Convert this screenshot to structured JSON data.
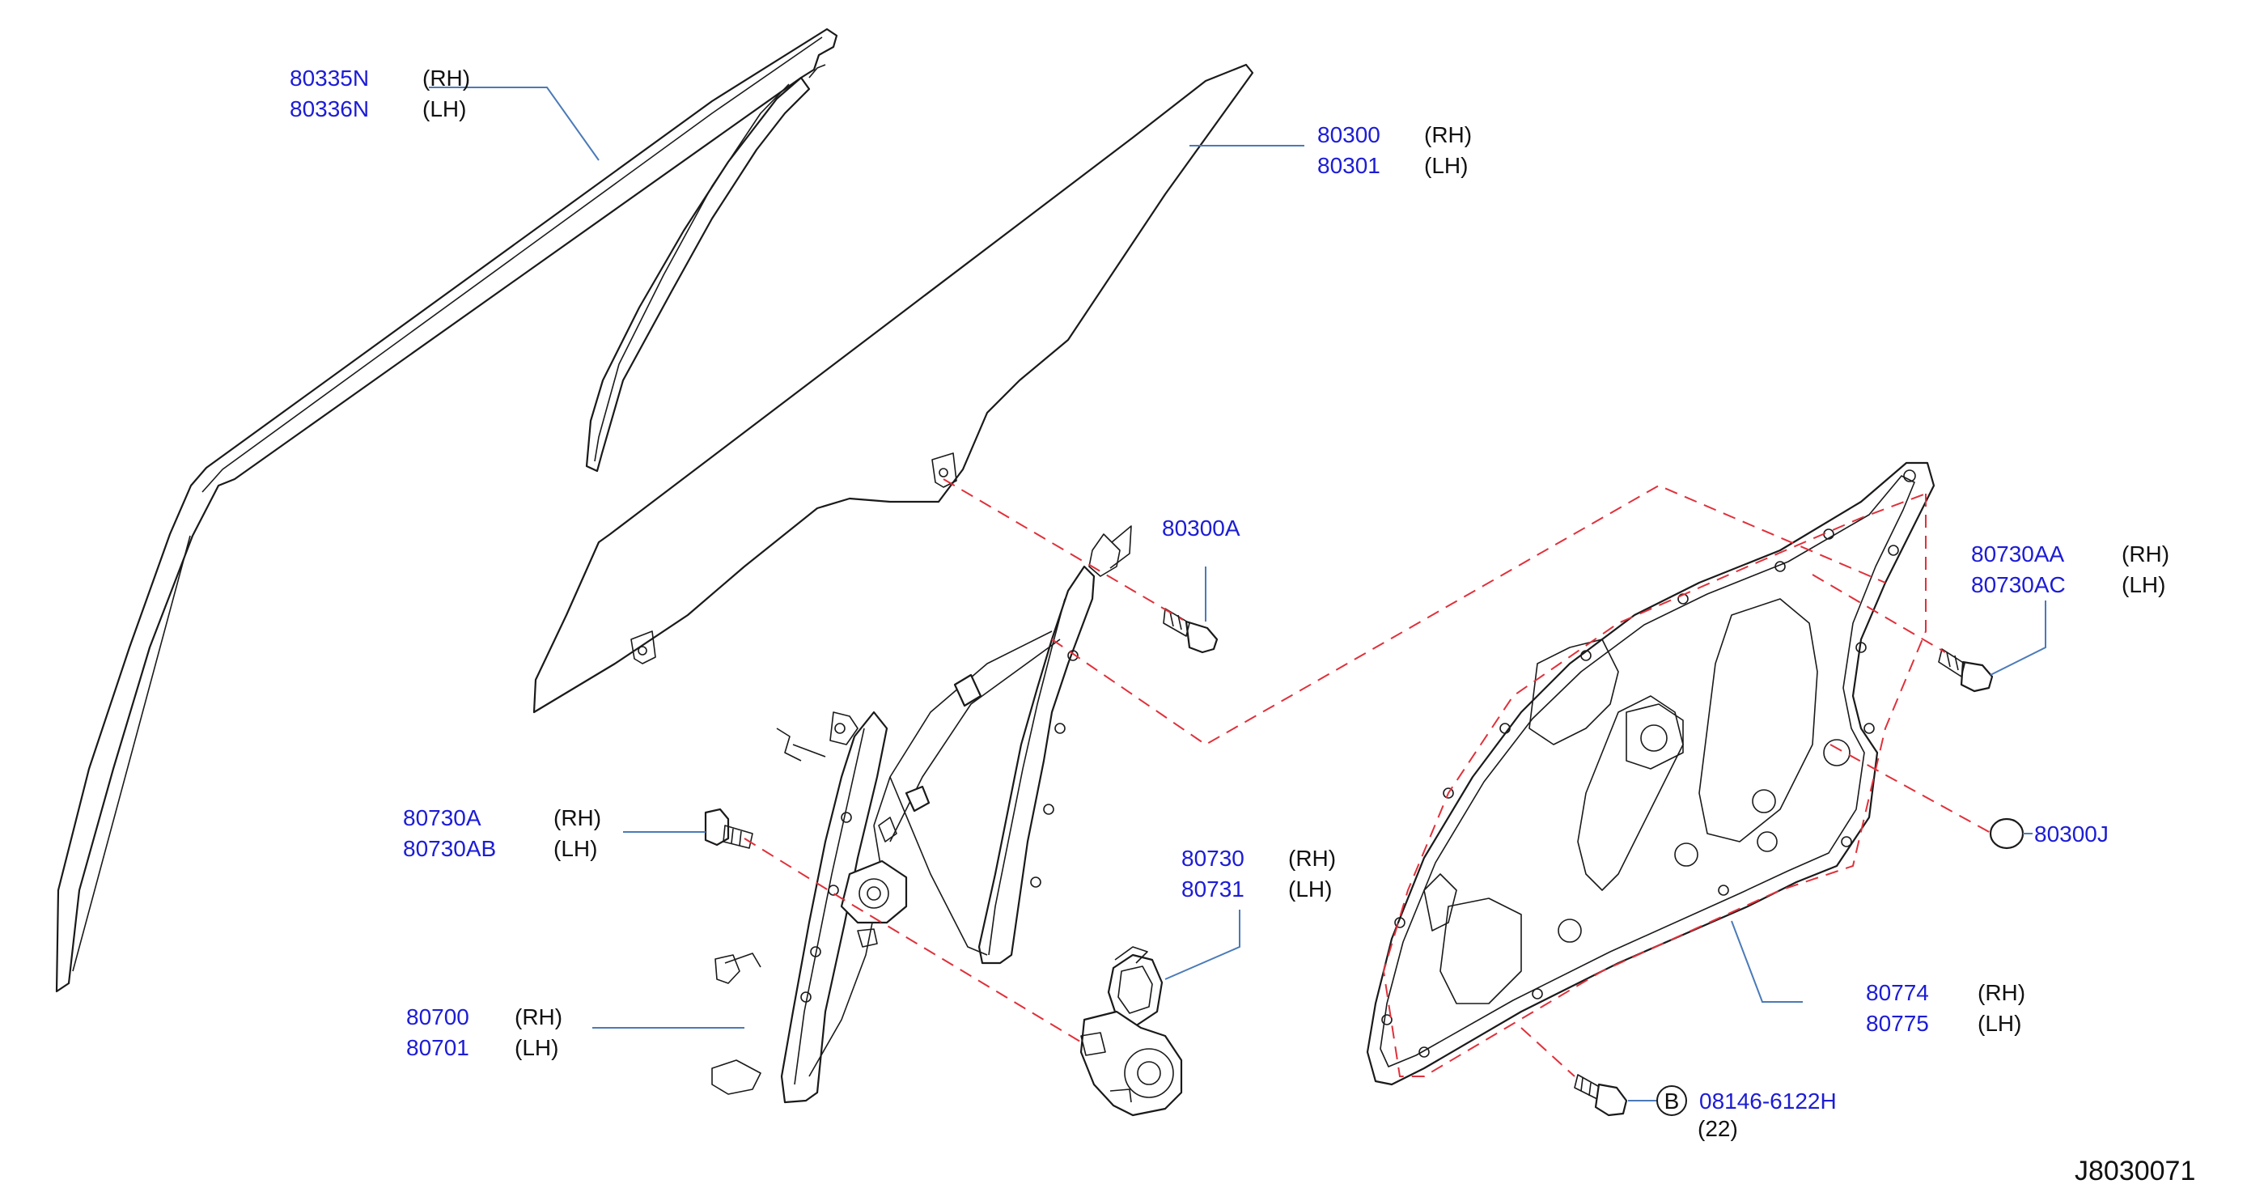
{
  "callouts": [
    {
      "id": "sash",
      "parts": [
        "80335N",
        "80336N"
      ],
      "sides": [
        "(RH)",
        "(LH)"
      ]
    },
    {
      "id": "glass",
      "parts": [
        "80300",
        "80301"
      ],
      "sides": [
        "(RH)",
        "(LH)"
      ]
    },
    {
      "id": "glass-bolt",
      "parts": [
        "80300A"
      ],
      "sides": []
    },
    {
      "id": "module-bolt-right",
      "parts": [
        "80730AA",
        "80730AC"
      ],
      "sides": [
        "(RH)",
        "(LH)"
      ]
    },
    {
      "id": "grommet",
      "parts": [
        "80300J"
      ],
      "sides": []
    },
    {
      "id": "regulator-bolt",
      "parts": [
        "80730A",
        "80730AB"
      ],
      "sides": [
        "(RH)",
        "(LH)"
      ]
    },
    {
      "id": "motor",
      "parts": [
        "80730",
        "80731"
      ],
      "sides": [
        "(RH)",
        "(LH)"
      ]
    },
    {
      "id": "regulator",
      "parts": [
        "80700",
        "80701"
      ],
      "sides": [
        "(RH)",
        "(LH)"
      ]
    },
    {
      "id": "module-panel",
      "parts": [
        "80774",
        "80775"
      ],
      "sides": [
        "(RH)",
        "(LH)"
      ]
    },
    {
      "id": "panel-bolt",
      "parts": [
        "08146-6122H"
      ],
      "sides": [],
      "badge": "B",
      "qty": "(22)"
    }
  ],
  "reference_code": "J8030071",
  "colors": {
    "part_number": "#1c1cd6",
    "leader": "#4a7ab8",
    "assembly_line": "#e0303a",
    "outline": "#1a1a1a"
  }
}
